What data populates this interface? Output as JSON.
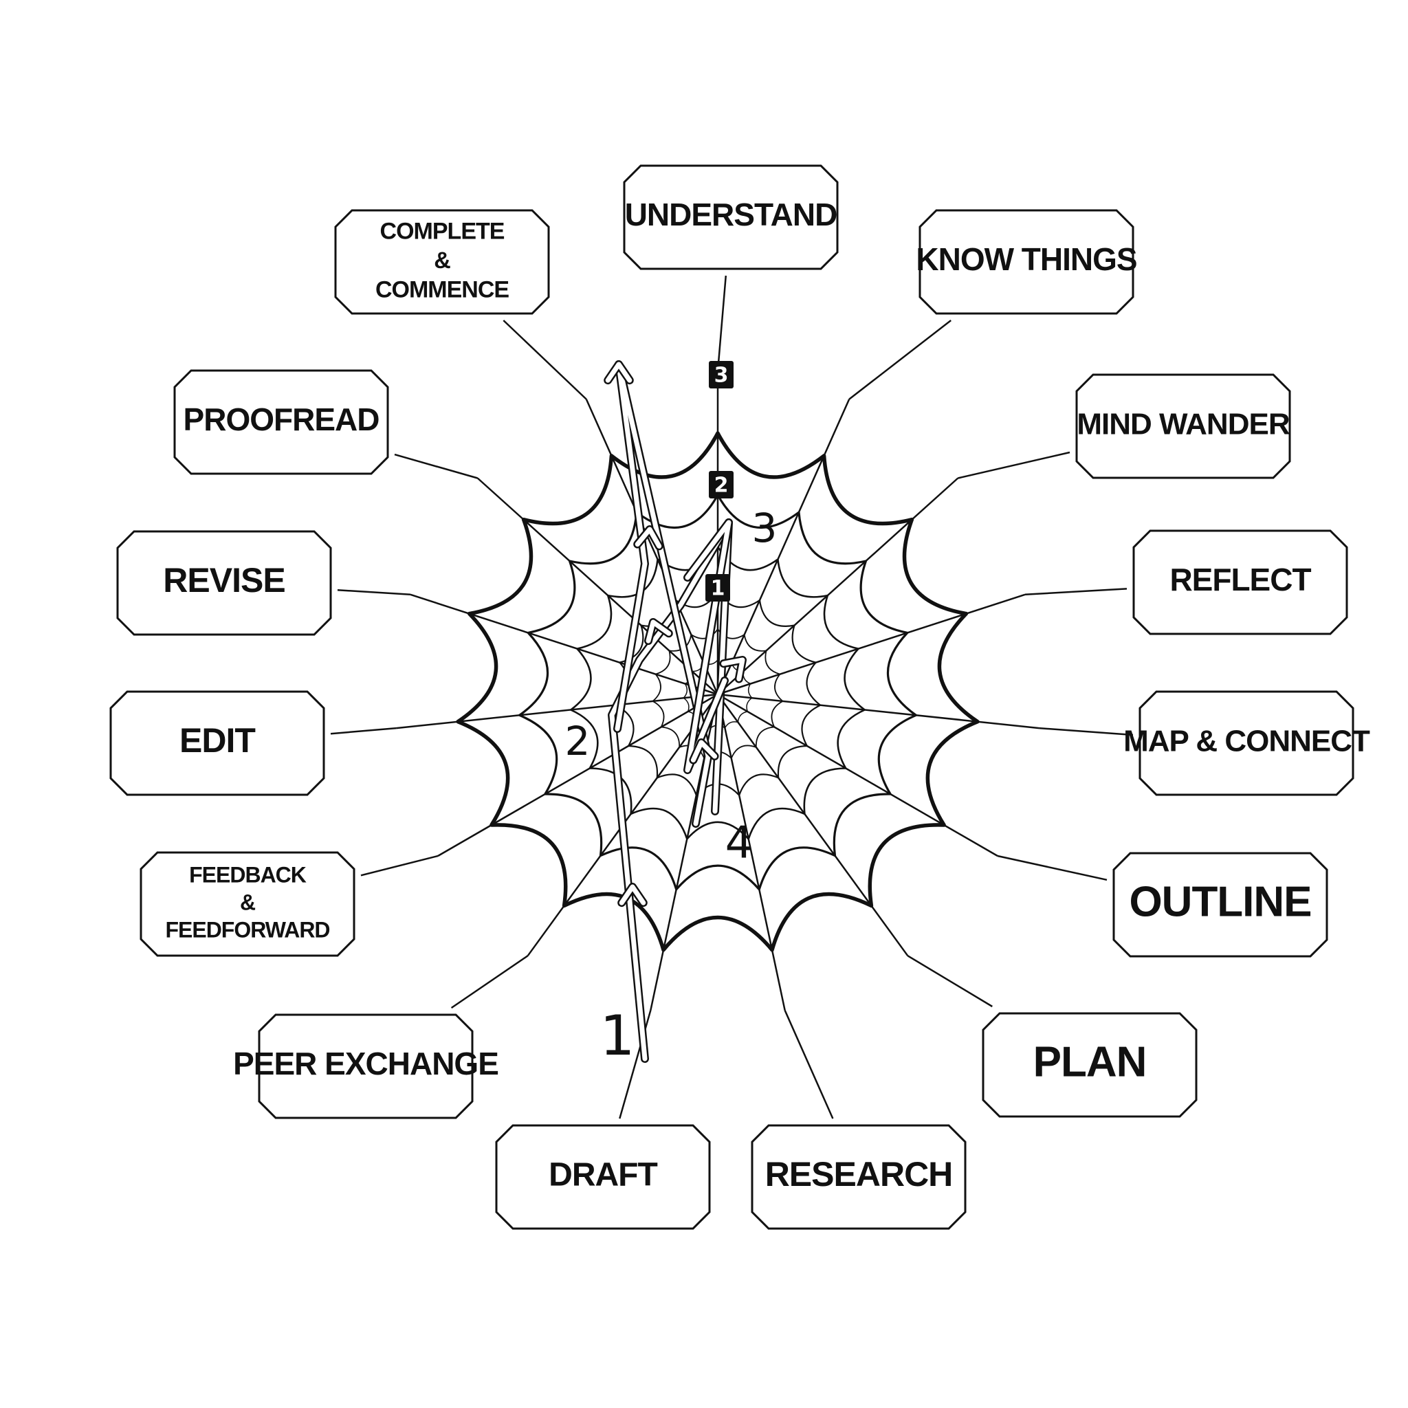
{
  "stages": [
    {
      "id": "understand",
      "lines": [
        "UNDERSTAND"
      ]
    },
    {
      "id": "know-things",
      "lines": [
        "KNOW  THINGS"
      ]
    },
    {
      "id": "mind-wander",
      "lines": [
        "MIND WANDER"
      ]
    },
    {
      "id": "reflect",
      "lines": [
        "REFLECT"
      ]
    },
    {
      "id": "map-connect",
      "lines": [
        "MAP & CONNECT"
      ]
    },
    {
      "id": "outline",
      "lines": [
        "OUTLINE"
      ]
    },
    {
      "id": "plan",
      "lines": [
        "PLAN"
      ]
    },
    {
      "id": "research",
      "lines": [
        "RESEARCH"
      ]
    },
    {
      "id": "draft",
      "lines": [
        "DRAFT"
      ]
    },
    {
      "id": "peer-exchange",
      "lines": [
        "PEER EXCHANGE"
      ]
    },
    {
      "id": "feedback-feedforward",
      "lines": [
        "FEEDBACK",
        "&",
        "FEEDFORWARD"
      ]
    },
    {
      "id": "edit",
      "lines": [
        "EDIT"
      ]
    },
    {
      "id": "revise",
      "lines": [
        "REVISE"
      ]
    },
    {
      "id": "proofread",
      "lines": [
        "PROOFREAD"
      ]
    },
    {
      "id": "complete-commence",
      "lines": [
        "COMPLETE",
        "&",
        "COMMENCE"
      ]
    }
  ],
  "ring_markers": [
    "3",
    "2",
    "1"
  ],
  "path_numbers": [
    "1",
    "2",
    "3",
    "4"
  ],
  "colors": {
    "ink": "#111111",
    "background": "#ffffff",
    "marker_fill": "#111111",
    "marker_text": "#ffffff"
  }
}
